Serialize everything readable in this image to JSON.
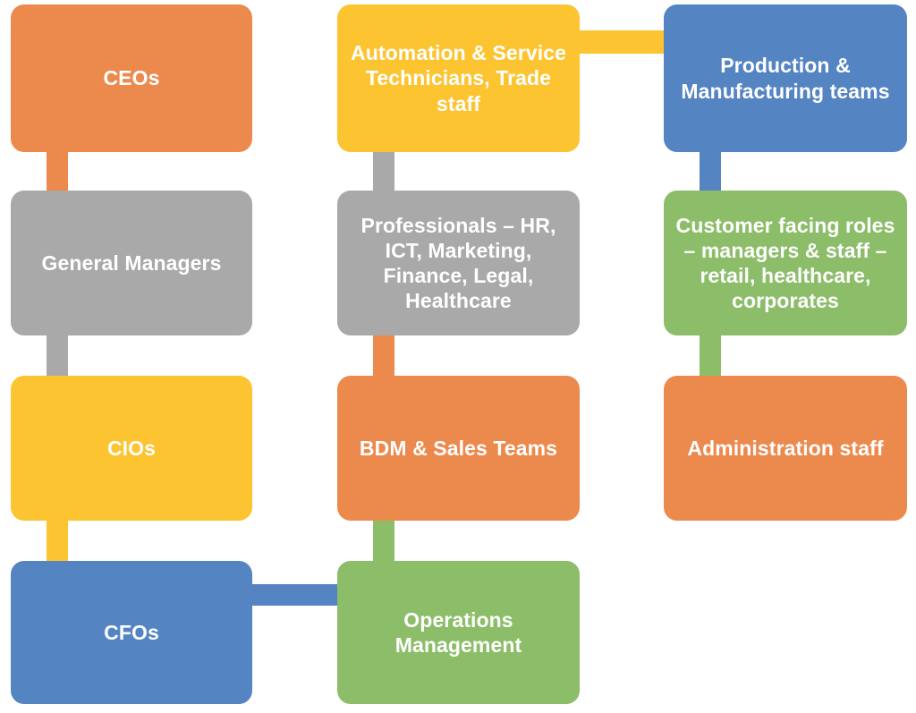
{
  "diagram": {
    "palette": {
      "orange": "#EC8A4E",
      "gray": "#A9A9A9",
      "yellow": "#FDC431",
      "blue": "#5484C2",
      "green": "#8CBD69",
      "text": "#FFFFFF"
    },
    "nodes": [
      {
        "id": "ceos",
        "label": "CEOs",
        "color": "orange"
      },
      {
        "id": "general-managers",
        "label": "General Managers",
        "color": "gray"
      },
      {
        "id": "cios",
        "label": "CIOs",
        "color": "yellow"
      },
      {
        "id": "cfos",
        "label": "CFOs",
        "color": "blue"
      },
      {
        "id": "operations",
        "label": "Operations\nManagement",
        "color": "green"
      },
      {
        "id": "bdm-sales",
        "label": "BDM & Sales Teams",
        "color": "orange"
      },
      {
        "id": "professionals",
        "label": "Professionals – HR,\nICT, Marketing,\nFinance, Legal,\nHealthcare",
        "color": "gray"
      },
      {
        "id": "automation",
        "label": "Automation & Service\nTechnicians, Trade\nstaff",
        "color": "yellow"
      },
      {
        "id": "production",
        "label": "Production &\nManufacturing teams",
        "color": "blue"
      },
      {
        "id": "customer-facing",
        "label": "Customer facing roles\n– managers & staff –\nretail, healthcare,\ncorporates",
        "color": "green"
      },
      {
        "id": "administration",
        "label": "Administration staff",
        "color": "orange"
      }
    ],
    "connectors": [
      {
        "from": "ceos",
        "to": "general-managers",
        "color": "orange",
        "direction": "vertical"
      },
      {
        "from": "general-managers",
        "to": "cios",
        "color": "gray",
        "direction": "vertical"
      },
      {
        "from": "cios",
        "to": "cfos",
        "color": "yellow",
        "direction": "vertical"
      },
      {
        "from": "cfos",
        "to": "operations",
        "color": "blue",
        "direction": "horizontal"
      },
      {
        "from": "operations",
        "to": "bdm-sales",
        "color": "green",
        "direction": "vertical"
      },
      {
        "from": "bdm-sales",
        "to": "professionals",
        "color": "orange",
        "direction": "vertical"
      },
      {
        "from": "professionals",
        "to": "automation",
        "color": "gray",
        "direction": "vertical"
      },
      {
        "from": "automation",
        "to": "production",
        "color": "yellow",
        "direction": "horizontal"
      },
      {
        "from": "production",
        "to": "customer-facing",
        "color": "blue",
        "direction": "vertical"
      },
      {
        "from": "customer-facing",
        "to": "administration",
        "color": "green",
        "direction": "vertical"
      }
    ]
  }
}
